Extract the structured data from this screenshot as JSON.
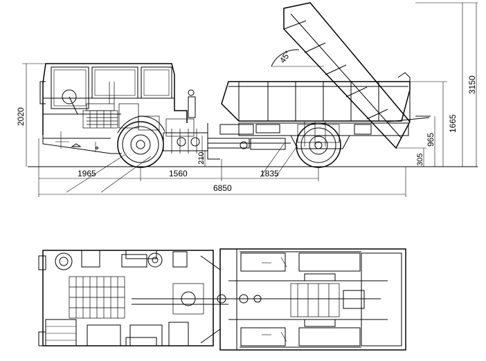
{
  "drawing": {
    "side_view": {
      "angle_label": "45°",
      "dims_horizontal": [
        "1965",
        "1560",
        "1835",
        "6850"
      ],
      "dims_vertical": [
        "2020",
        "3150",
        "1665",
        "965",
        "305",
        "210"
      ]
    }
  }
}
